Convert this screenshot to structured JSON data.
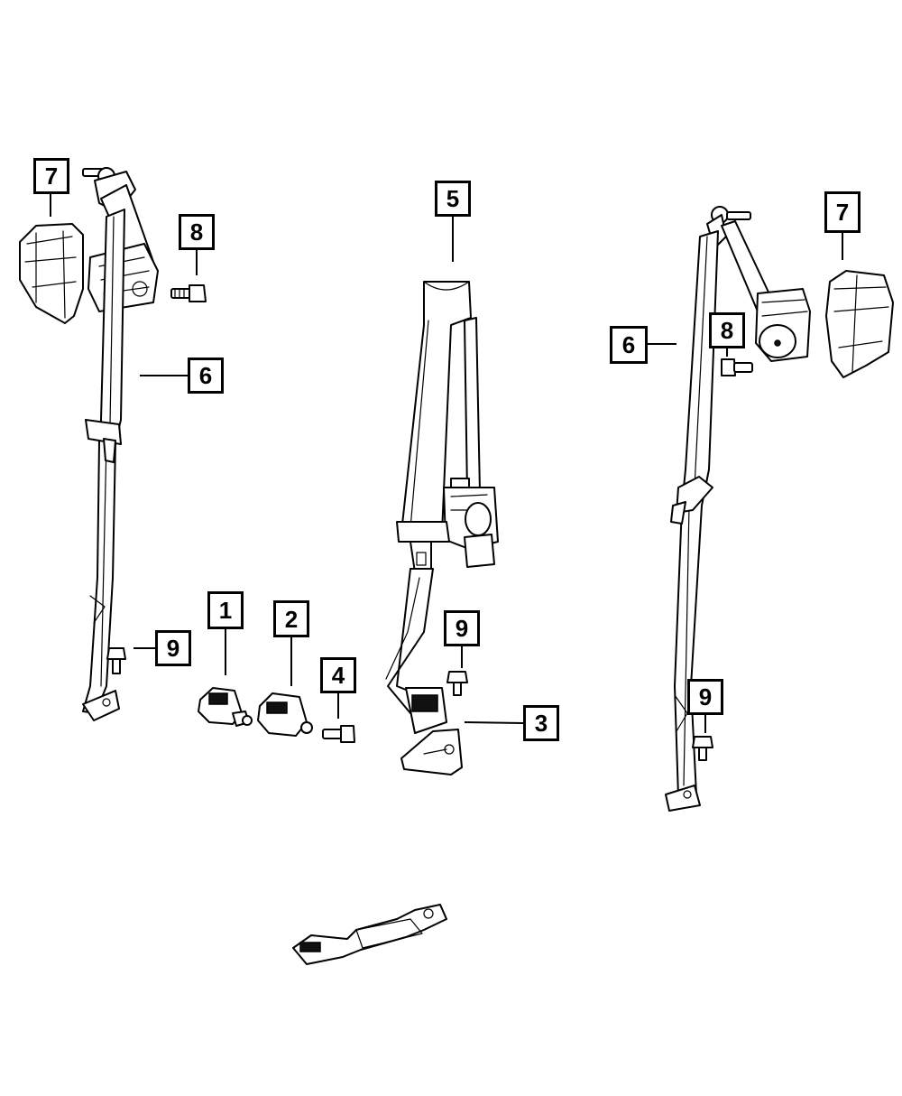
{
  "callouts": [
    {
      "id": "c7-left",
      "label": "7"
    },
    {
      "id": "c8-left",
      "label": "8"
    },
    {
      "id": "c6-left",
      "label": "6"
    },
    {
      "id": "c5",
      "label": "5"
    },
    {
      "id": "c7-right",
      "label": "7"
    },
    {
      "id": "c8-right",
      "label": "8"
    },
    {
      "id": "c6-right",
      "label": "6"
    },
    {
      "id": "c1",
      "label": "1"
    },
    {
      "id": "c2",
      "label": "2"
    },
    {
      "id": "c9-left",
      "label": "9"
    },
    {
      "id": "c9-center",
      "label": "9"
    },
    {
      "id": "c4",
      "label": "4"
    },
    {
      "id": "c3",
      "label": "3"
    },
    {
      "id": "c9-right",
      "label": "9"
    }
  ],
  "colors": {
    "line": "#000000",
    "background": "#ffffff"
  },
  "icons": [
    "retractor-cover-icon",
    "seat-belt-assembly-icon",
    "buckle-icon",
    "bolt-icon",
    "center-belt-icon",
    "latch-plate-icon"
  ]
}
